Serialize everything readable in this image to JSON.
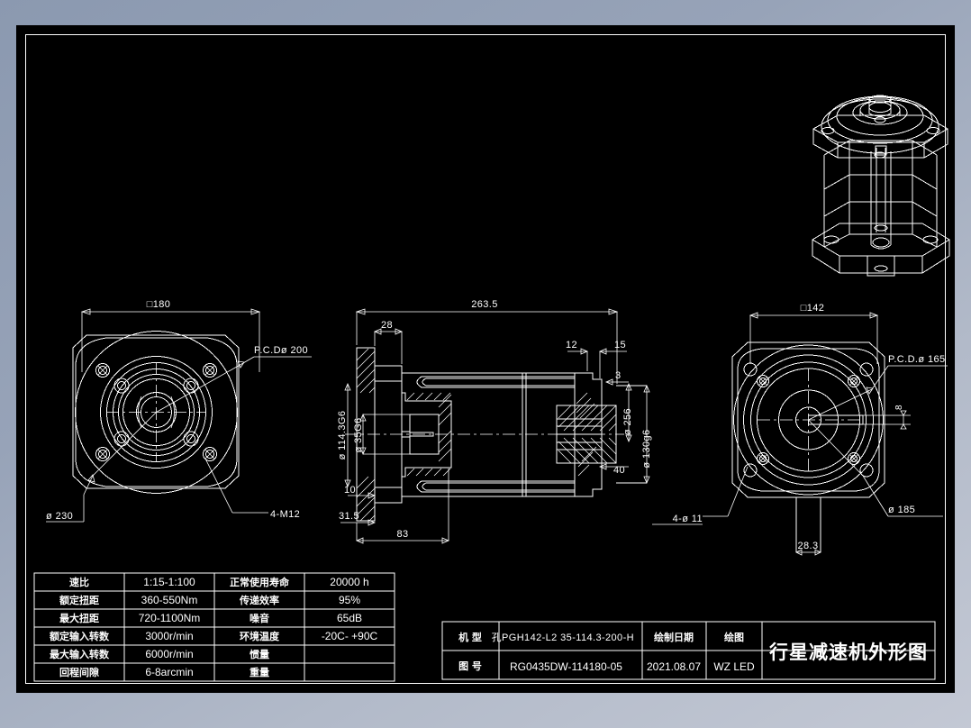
{
  "sheet": {
    "title_cn": "行星减速机外形图",
    "background_color": "#8b99b0",
    "paper_color": "#000000",
    "line_color": "#ffffff"
  },
  "spec_table": {
    "rows": [
      {
        "label_left": "速比",
        "value_left": "1:15-1:100",
        "label_right": "正常使用寿命",
        "value_right": "20000 h"
      },
      {
        "label_left": "额定扭距",
        "value_left": "360-550Nm",
        "label_right": "传递效率",
        "value_right": "95%"
      },
      {
        "label_left": "最大扭距",
        "value_left": "720-1100Nm",
        "label_right": "噪音",
        "value_right": "65dB"
      },
      {
        "label_left": "额定输入转数",
        "value_left": "3000r/min",
        "label_right": "环境温度",
        "value_right": "-20C- +90C"
      },
      {
        "label_left": "最大输入转数",
        "value_left": "6000r/min",
        "label_right": "惯量",
        "value_right": ""
      },
      {
        "label_left": "回程间隙",
        "value_left": "6-8arcmin",
        "label_right": "重量",
        "value_right": ""
      }
    ]
  },
  "title_block": {
    "model_label": "机 型",
    "model_value": "孔PGH142-L2 35-114.3-200-H",
    "drawing_no_label": "图 号",
    "drawing_no_value": "RG0435DW-114180-05",
    "date_label": "绘制日期",
    "date_value": "2021.08.07",
    "drawn_label": "绘图",
    "drawn_value": "WZ LED"
  },
  "left_view": {
    "name": "input-flange-end-view",
    "dims": {
      "square": "□180",
      "pcd": "P.C.Dø 200",
      "outer_dia": "ø 230",
      "holes": "4-M12"
    }
  },
  "section_view": {
    "name": "longitudinal-section-view",
    "dims": {
      "total_length": "263.5",
      "flange_thk": "28",
      "step_a": "12",
      "step_b": "15",
      "step_c": "3",
      "bore_114": "ø 114.3G6",
      "bore_35": "ø 35G6",
      "dia_256": "ø 256",
      "dia_130": "ø 130g6",
      "len_40": "40",
      "len_10": "10",
      "len_31_5": "31.5",
      "len_83": "83"
    }
  },
  "right_view": {
    "name": "output-flange-end-view",
    "dims": {
      "square": "□142",
      "pcd": "P.C.D.ø 165",
      "holes": "4-ø 11",
      "outer_dia": "ø 185",
      "key_width": "28.3",
      "key_depth": "8"
    }
  },
  "iso_view": {
    "name": "isometric-3d-view"
  }
}
